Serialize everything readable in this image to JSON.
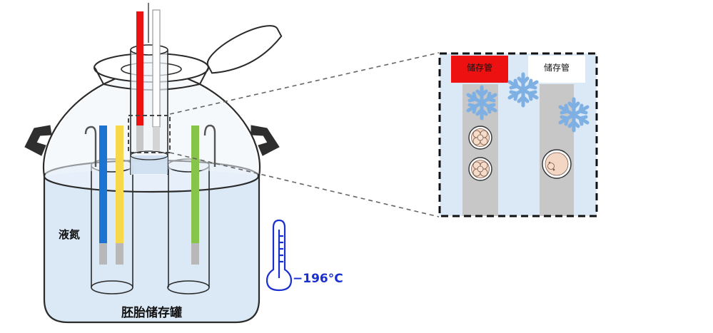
{
  "labels": {
    "liquid_nitrogen": "液氮",
    "tank": "胚胎储存罐",
    "temperature": "−196°C",
    "straw_red": "储存管",
    "straw_white": "储存管"
  },
  "colors": {
    "liquid": "#dbe9f6",
    "liquid_edge": "#2b2b2b",
    "snowflake": "#7fb0e3",
    "straw_red": "#ee1111",
    "straw_blue": "#1b74d1",
    "straw_yellow": "#f7d84a",
    "straw_green": "#86c54a",
    "thermometer": "#1a2fd0"
  },
  "icons": [
    "snowflake-icon",
    "thermometer-icon",
    "embryo-icon"
  ]
}
